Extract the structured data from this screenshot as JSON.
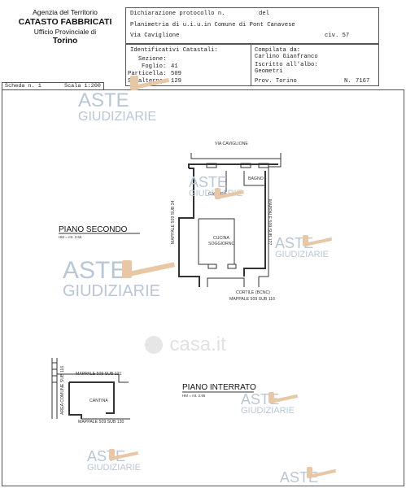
{
  "agency": {
    "line1": "Agenzia del Territorio",
    "line2": "CATASTO FABBRICATI",
    "line3": "Ufficio Provinciale di",
    "line4": "Torino"
  },
  "header": {
    "dichiarazione_label": "Dichiarazione protocollo n.",
    "del_label": "del",
    "planimetria": "Planimetria di u.i.u.in Comune di Pont Canavese",
    "address": "Via Caviglione",
    "civ_label": "civ. 57"
  },
  "identifiers": {
    "title": "Identificativi Catastali:",
    "sezione_label": "Sezione:",
    "sezione_value": "",
    "foglio_label": "Foglio:",
    "foglio_value": "41",
    "particella_label": "Particella:",
    "particella_value": "509",
    "subalterno_label": "Subalterno:",
    "subalterno_value": "129"
  },
  "compilata": {
    "label": "Compilata da:",
    "name": "Carlino Gianfranco",
    "iscritto_label": "Iscritto all'albo:",
    "iscritto_value": "Geometri",
    "prov_label": "Prov. Torino",
    "n_label": "N.",
    "n_value": "7167"
  },
  "scheda": {
    "scheda_label": "Scheda n. 1",
    "scala_label": "Scala 1:200"
  },
  "plan_upper": {
    "title": "PIANO SECONDO",
    "height_note": "HM = mt. 2.65",
    "street_label": "VIA CAVIGLIONE",
    "bagno": "BAGNO",
    "camera": "CAMERA",
    "cucina": "CUCINA",
    "soggiorno": "SOGGIORNO",
    "left_neighbor": "MAPPALE 509 SUB 24",
    "right_neighbor": "MAPPALE 509 SUB 127",
    "cortile": "CORTILE (BCNC)",
    "bottom_neighbor": "MAPPALE 509 SUB 116"
  },
  "plan_lower": {
    "title": "PIANO INTERRATO",
    "height_note": "HM = mt. 2.95",
    "top_neighbor": "MAPPALE 509 SUB 121",
    "left_area": "AREA COMUNE SUB 116",
    "cantina": "CANTINA",
    "bottom_neighbor": "MAPPALE 509 SUB 130"
  },
  "watermarks": {
    "aste": "ASTE",
    "giudiziarie": "GIUDIZIARIE",
    "casa": "casa.it"
  }
}
